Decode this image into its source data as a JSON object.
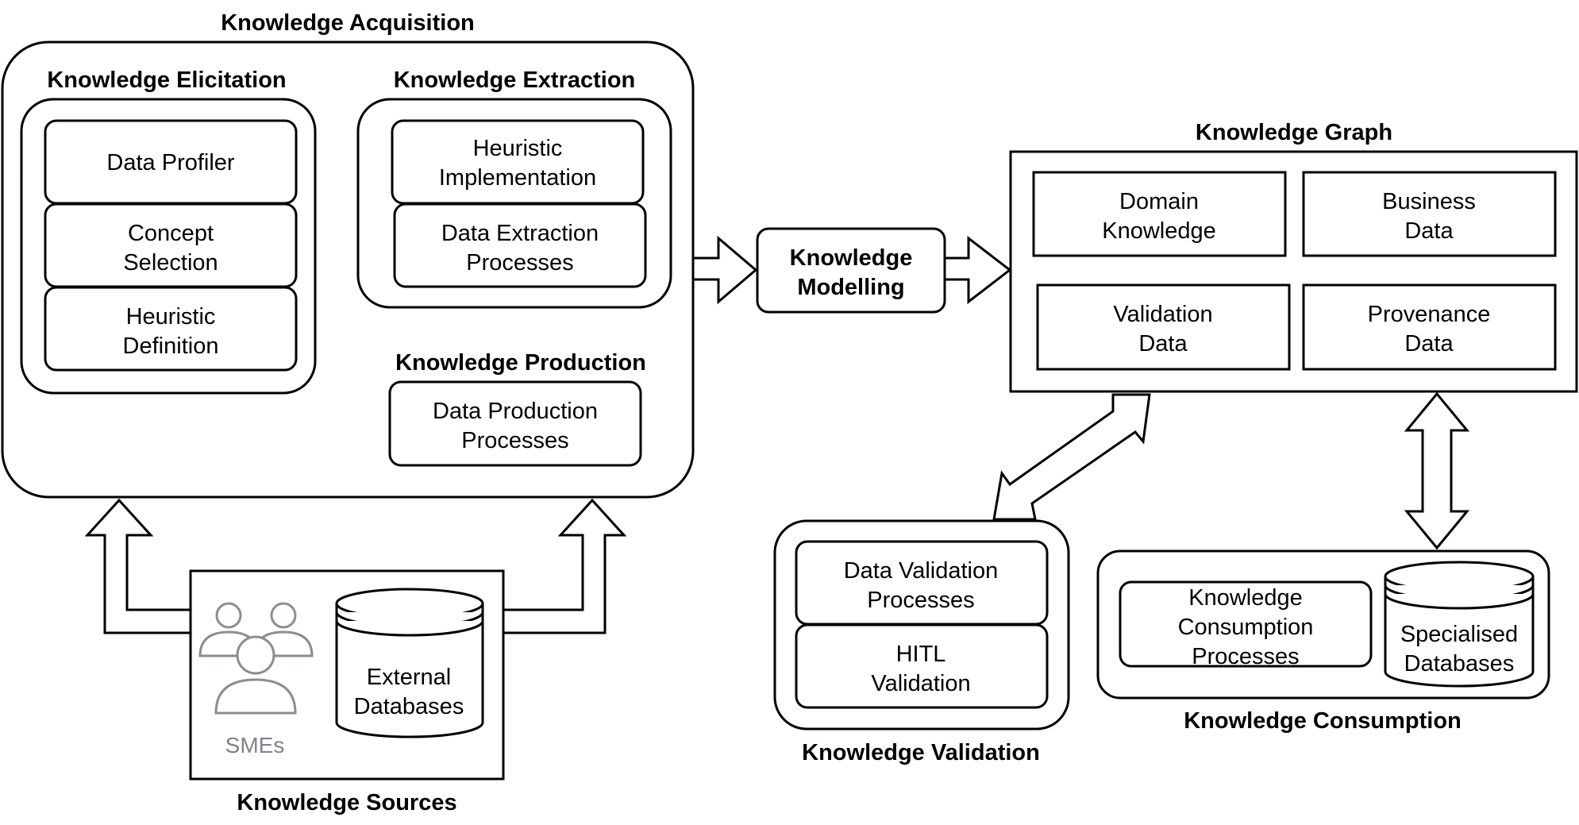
{
  "groups": {
    "acquisition": {
      "title": "Knowledge Acquisition",
      "elicitation": {
        "title": "Knowledge Elicitation",
        "items": [
          {
            "lines": [
              "Data Profiler"
            ]
          },
          {
            "lines": [
              "Concept",
              "Selection"
            ]
          },
          {
            "lines": [
              "Heuristic",
              "Definition"
            ]
          }
        ]
      },
      "extraction": {
        "title": "Knowledge Extraction",
        "items": [
          {
            "lines": [
              "Heuristic",
              "Implementation"
            ]
          },
          {
            "lines": [
              "Data Extraction",
              "Processes"
            ]
          }
        ]
      },
      "production": {
        "title": "Knowledge Production",
        "items": [
          {
            "lines": [
              "Data Production",
              "Processes"
            ]
          }
        ]
      }
    },
    "modelling": {
      "lines": [
        "Knowledge",
        "Modelling"
      ]
    },
    "graph": {
      "title": "Knowledge Graph",
      "items": [
        {
          "lines": [
            "Domain",
            "Knowledge"
          ]
        },
        {
          "lines": [
            "Business",
            "Data"
          ]
        },
        {
          "lines": [
            "Validation",
            "Data"
          ]
        },
        {
          "lines": [
            "Provenance",
            "Data"
          ]
        }
      ]
    },
    "validation": {
      "title": "Knowledge Validation",
      "items": [
        {
          "lines": [
            "Data Validation",
            "Processes"
          ]
        },
        {
          "lines": [
            "HITL",
            "Validation"
          ]
        }
      ]
    },
    "consumption": {
      "title": "Knowledge Consumption",
      "processes": {
        "lines": [
          "Knowledge",
          "Consumption",
          "Processes"
        ]
      },
      "database": {
        "lines": [
          "Specialised",
          "Databases"
        ]
      }
    },
    "sources": {
      "title": "Knowledge Sources",
      "smes_label": "SMEs",
      "database": {
        "lines": [
          "External",
          "Databases"
        ]
      }
    }
  },
  "colors": {
    "stroke": "#000000",
    "sme_icon": "#8a8e93"
  },
  "icons": {
    "smes": "people-group-icon",
    "database": "database-cylinder-icon"
  }
}
